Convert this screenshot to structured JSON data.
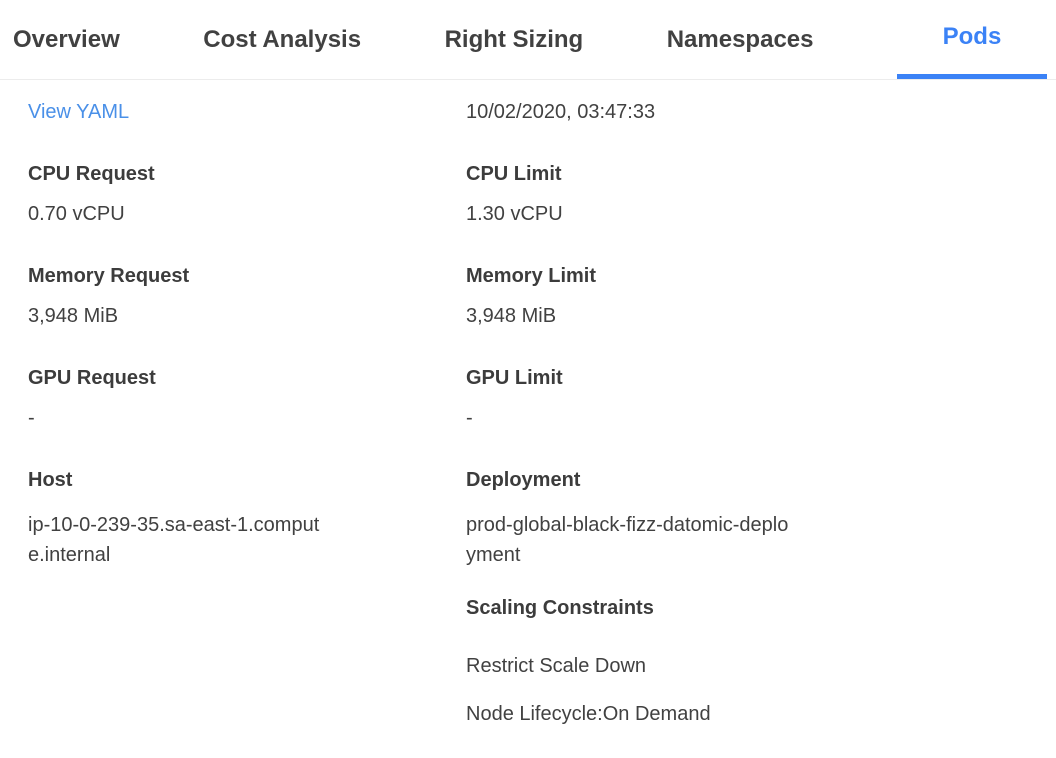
{
  "tabs": {
    "items": [
      {
        "label": "Overview",
        "active": false
      },
      {
        "label": "Cost Analysis",
        "active": false
      },
      {
        "label": "Right Sizing",
        "active": false
      },
      {
        "label": "Namespaces",
        "active": false
      },
      {
        "label": "Pods",
        "active": true
      }
    ]
  },
  "detail": {
    "view_yaml_label": "View YAML",
    "timestamp": "10/02/2020, 03:47:33",
    "fields": {
      "cpu_request": {
        "label": "CPU Request",
        "value": "0.70 vCPU"
      },
      "cpu_limit": {
        "label": "CPU Limit",
        "value": "1.30 vCPU"
      },
      "memory_request": {
        "label": "Memory Request",
        "value": "3,948 MiB"
      },
      "memory_limit": {
        "label": "Memory Limit",
        "value": "3,948 MiB"
      },
      "gpu_request": {
        "label": "GPU Request",
        "value": "-"
      },
      "gpu_limit": {
        "label": "GPU Limit",
        "value": "-"
      },
      "host": {
        "label": "Host",
        "value": "ip-10-0-239-35.sa-east-1.compute.internal"
      },
      "deployment": {
        "label": "Deployment",
        "value": "prod-global-black-fizz-datomic-deployment"
      }
    },
    "scaling_constraints": {
      "label": "Scaling Constraints",
      "items": [
        "Restrict Scale Down",
        "Node Lifecycle:On Demand"
      ]
    }
  },
  "colors": {
    "accent": "#3b82f6",
    "link": "#4a90e8",
    "text": "#414141",
    "divider": "#ececec"
  }
}
